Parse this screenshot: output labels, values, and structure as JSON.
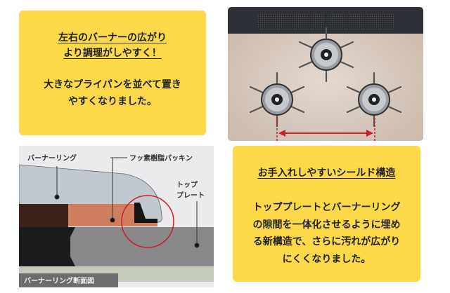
{
  "card_left": {
    "heading": [
      "左右のバーナーの広がり",
      "より調理がしやすく！"
    ],
    "body": [
      "大きなプライパンを並べて置き",
      "やすくなりました。"
    ]
  },
  "card_right": {
    "heading": [
      "お手入れしやすいシールド構造"
    ],
    "body": [
      "トッププレートとバーナーリング",
      "の隙間を一体化させるように埋め",
      "る新構造で、さらに汚れが広がり",
      "にくくなりました。"
    ]
  },
  "diagram": {
    "label_burner_ring": "バーナーリング",
    "label_packing": "フッ素樹脂パッキン",
    "label_top_plate_1": "トップ",
    "label_top_plate_2": "プレート",
    "caption": "バーナーリング断面図"
  },
  "colors": {
    "card": "#fdd94a",
    "accent_red": "#c8202a"
  }
}
